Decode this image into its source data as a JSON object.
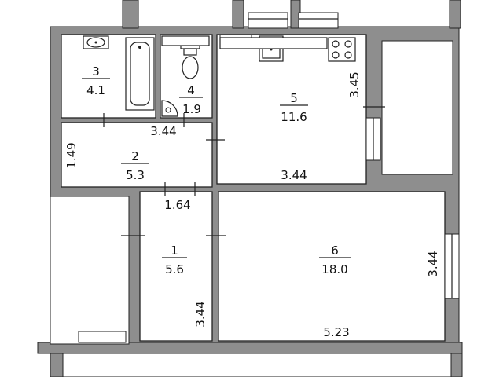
{
  "rooms": [
    {
      "id": "1",
      "area": "5.6"
    },
    {
      "id": "2",
      "area": "5.3"
    },
    {
      "id": "3",
      "area": "4.1"
    },
    {
      "id": "4",
      "area": "1.9"
    },
    {
      "id": "5",
      "area": "11.6"
    },
    {
      "id": "6",
      "area": "18.0"
    }
  ],
  "dimensions": {
    "hall_width": "3.44",
    "corridor_height": "1.49",
    "corridor_width": "1.64",
    "kitchen_width": "3.44",
    "kitchen_height": "3.45",
    "entry_height": "3.44",
    "living_width": "5.23",
    "living_height": "3.44"
  },
  "colors": {
    "wall": "#8e8e8e",
    "line": "#222222"
  }
}
